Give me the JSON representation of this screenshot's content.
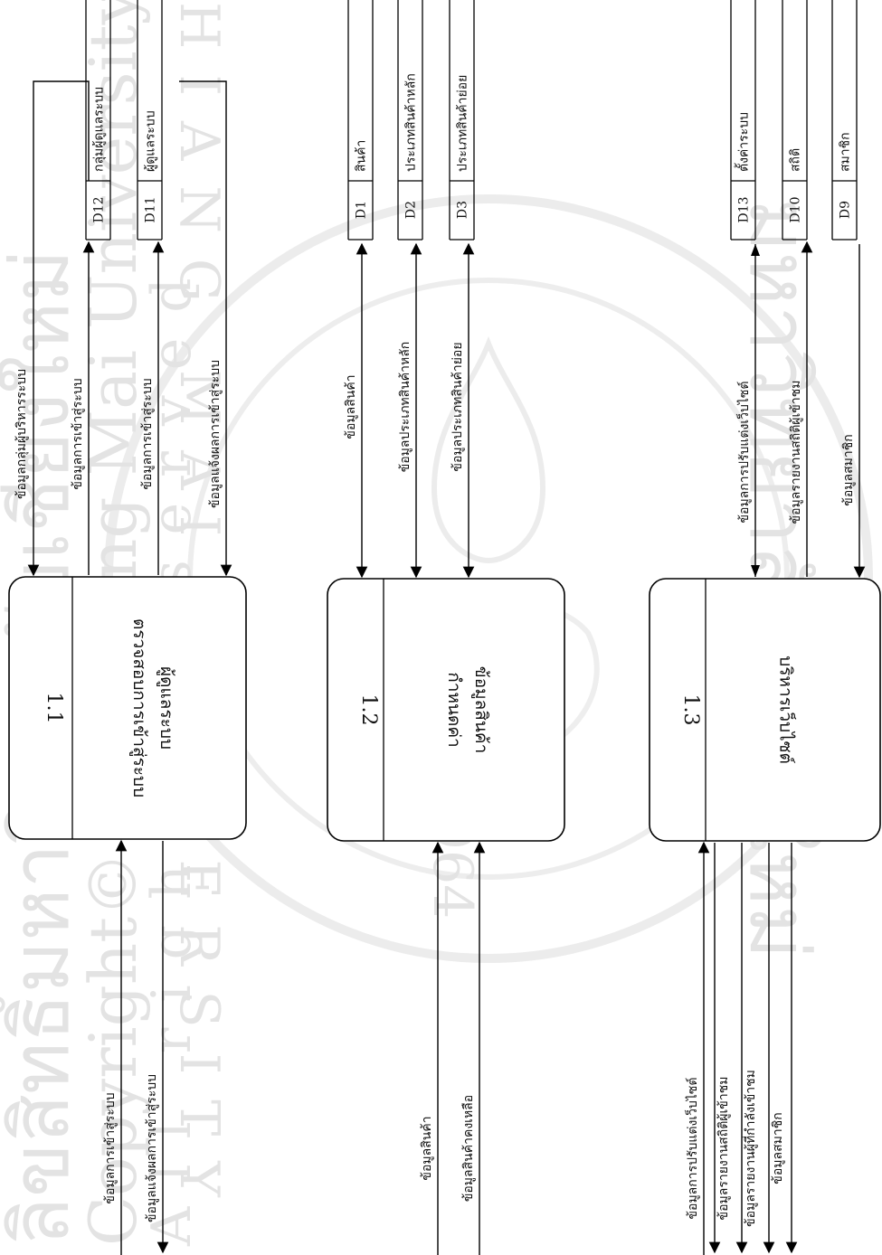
{
  "watermark": {
    "seal_text": "มหาวิทยาลัยเชียงใหม่",
    "seal_en": "CHIANG MAI UNIVERSITY",
    "seal_year": "1964",
    "line1": "ลิขสิทธิ์มหาวิทยาลัยเชียงใหม่",
    "line2": "Copyright© by Chiang Mai University",
    "line3": "All rights reserved"
  },
  "processes": [
    {
      "id": "1.1",
      "name_line1": "ตรวจสอบการเข้าสู่ระบบ",
      "name_line2": "ผู้ดูแลระบบ"
    },
    {
      "id": "1.2",
      "name_line1": "กำหนดค่า",
      "name_line2": "ข้อมูลสินค้า"
    },
    {
      "id": "1.3",
      "name_line1": "บริหารเว็บไซต์",
      "name_line2": ""
    }
  ],
  "datastores": [
    {
      "id": "D12",
      "name": "กลุ่มผู้ดูแลระบบ"
    },
    {
      "id": "D11",
      "name": "ผู้ดูแลระบบ"
    },
    {
      "id": "D1",
      "name": "สินค้า"
    },
    {
      "id": "D2",
      "name": "ประเภทสินค้าหลัก"
    },
    {
      "id": "D3",
      "name": "ประเภทสินค้าย่อย"
    },
    {
      "id": "D13",
      "name": "ตั้งค่าระบบ"
    },
    {
      "id": "D10",
      "name": "สถิติ"
    },
    {
      "id": "D9",
      "name": "สมาชิก"
    }
  ],
  "flows": {
    "p1_top": [
      "ข้อมูลกลุ่มผู้บริหารระบบ",
      "ข้อมูลการเข้าสู่ระบบ",
      "ข้อมูลการเข้าสู่ระบบ",
      "ข้อมูลแจ้งผลการเข้าสู่ระบบ"
    ],
    "p1_bottom": [
      "ข้อมูลการเข้าสู่ระบบ",
      "ข้อมูลแจ้งผลการเข้าสู่ระบบ"
    ],
    "p2_top": [
      "ข้อมูลสินค้า",
      "ข้อมูลประเภทสินค้าหลัก",
      "ข้อมูลประเภทสินค้าย่อย"
    ],
    "p2_bottom": [
      "ข้อมูลสินค้า",
      "ข้อมูลสินค้าคงเหลือ"
    ],
    "p3_top": [
      "ข้อมูลการปรับแต่งเว็บไซต์",
      "ข้อมูลรายงานสถิติผู้เข้าชม",
      "ข้อมูลสมาชิก"
    ],
    "p3_bottom": [
      "ข้อมูลการปรับแต่งเว็บไซต์",
      "ข้อมูลรายงานสถิติผู้เข้าชม",
      "ข้อมูลรายงานผู้ที่กำลังเข้าชม",
      "ข้อมูลสมาชิก"
    ]
  }
}
